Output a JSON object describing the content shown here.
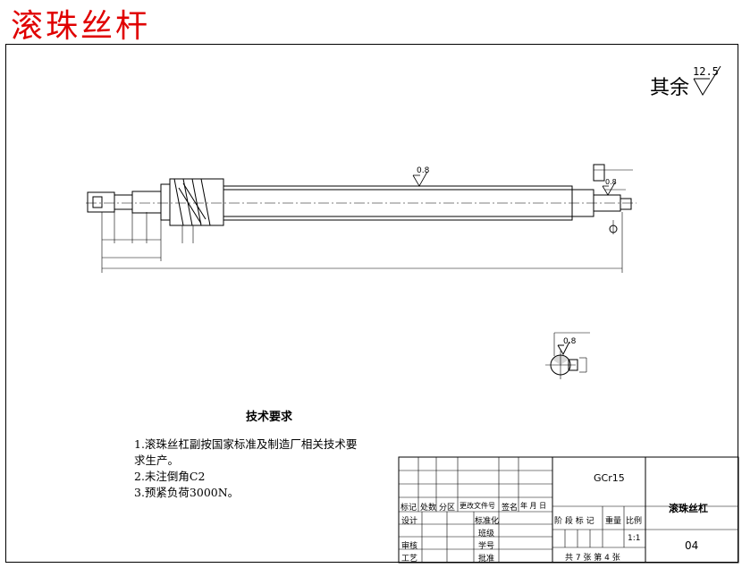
{
  "header": {
    "title": "滚珠丝杆"
  },
  "roughness": {
    "label": "其余",
    "value": "12.5"
  },
  "drawing": {
    "surface_finish_main": "0.8",
    "surface_finish_right": "0.8",
    "surface_finish_section": "0.8"
  },
  "requirements": {
    "title": "技术要求",
    "items": [
      "1.滚珠丝杠副按国家标准及制造厂相关技术要求生产。",
      "2.未注倒角C2",
      "3.预紧负荷3000N。"
    ]
  },
  "title_block": {
    "material": "GCr15",
    "part_name": "滚珠丝杠",
    "drawing_no": "04",
    "headers": [
      "标记",
      "处数",
      "分区",
      "更改文件号",
      "签名",
      "年 月 日"
    ],
    "design": "设计",
    "standardization": "标准化",
    "review": "审核",
    "process": "工艺",
    "approve": "批准",
    "gradation": "阶 段 标 记",
    "weight": "重量",
    "scale_label": "比例",
    "scale": "1:1",
    "sheet": "共 7 张  第 4 张",
    "blank1": "",
    "row_a": "班级",
    "row_b": "学号"
  }
}
